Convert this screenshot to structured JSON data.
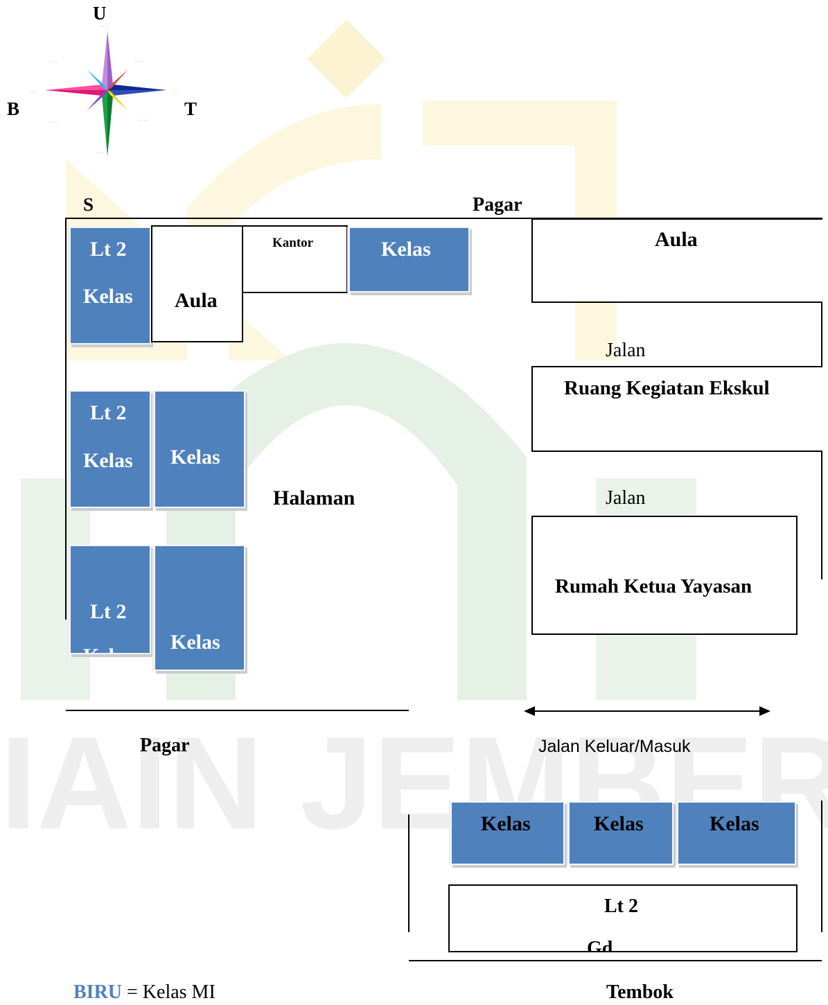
{
  "compass": {
    "north": "U",
    "west": "B",
    "east": "T",
    "south": "S"
  },
  "fence_top": "Pagar",
  "fence_bottom": "Pagar",
  "left_block": {
    "rooms": [
      {
        "line1": "Lt 2",
        "line2": "Kelas"
      },
      {
        "line1": "Lt 2",
        "line2": "Kelas"
      },
      {
        "line1": "Lt 2",
        "line2": "Kel"
      }
    ],
    "aula": "Aula",
    "kantor": "Kantor",
    "kelas_top": "Kelas",
    "kelas_mid": "Kelas",
    "kelas_bot": "Kelas",
    "halaman": "Halaman"
  },
  "right_block": {
    "aula": "Aula",
    "jalan1": "Jalan",
    "ekskul": "Ruang Kegiatan Ekskul",
    "jalan2": "Jalan",
    "rumah": "Rumah Ketua Yayasan",
    "entrance": "Jalan Keluar/Masuk"
  },
  "bottom_block": {
    "kelas": [
      "Kelas",
      "Kelas",
      "Kelas"
    ],
    "lt2_line1": "Lt 2",
    "lt2_line2": "Gd"
  },
  "legend": {
    "key": "BIRU",
    "desc": " = Kelas MI"
  },
  "tembok": "Tembok",
  "watermark": "IAIN JEMBER",
  "colors": {
    "room": "#4f81bd",
    "legend": "#4f81bd",
    "watermark_green": "#e3efe3",
    "watermark_yellow": "#fdf6dc"
  }
}
